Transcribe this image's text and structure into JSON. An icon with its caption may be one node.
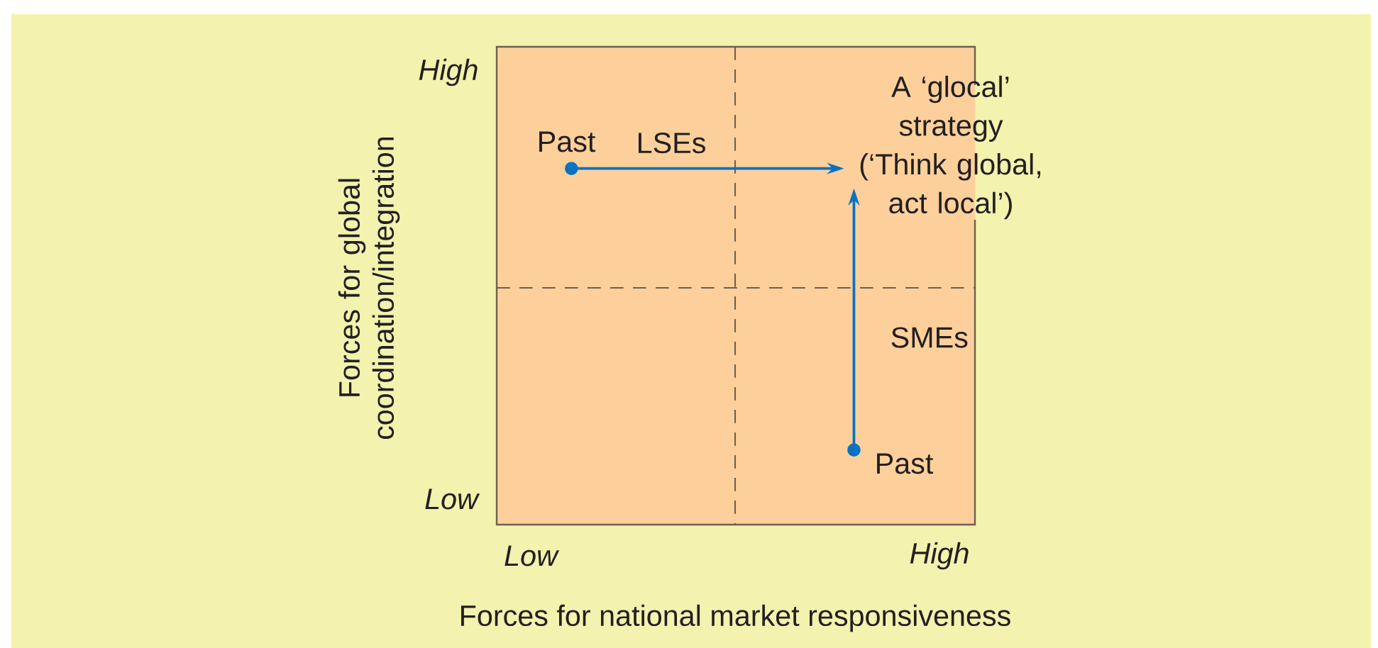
{
  "diagram": {
    "nodes": [
      {
        "text": [
          "Past"
        ]
      },
      {
        "text": [
          "A ‘glocal’ strategy (‘Think global, act local’)"
        ]
      },
      {
        "text": [
          "Past"
        ]
      }
    ],
    "edges": [
      {
        "from": 0,
        "to": 1,
        "arrow": "to",
        "label": "LSEs"
      },
      {
        "from": 2,
        "to": 1,
        "arrow": "to",
        "label": "SMEs"
      }
    ],
    "labels": [
      "Forces for global coordination/integration",
      "High",
      "Low",
      "Low",
      "High",
      "Forces for national market responsiveness"
    ]
  }
}
